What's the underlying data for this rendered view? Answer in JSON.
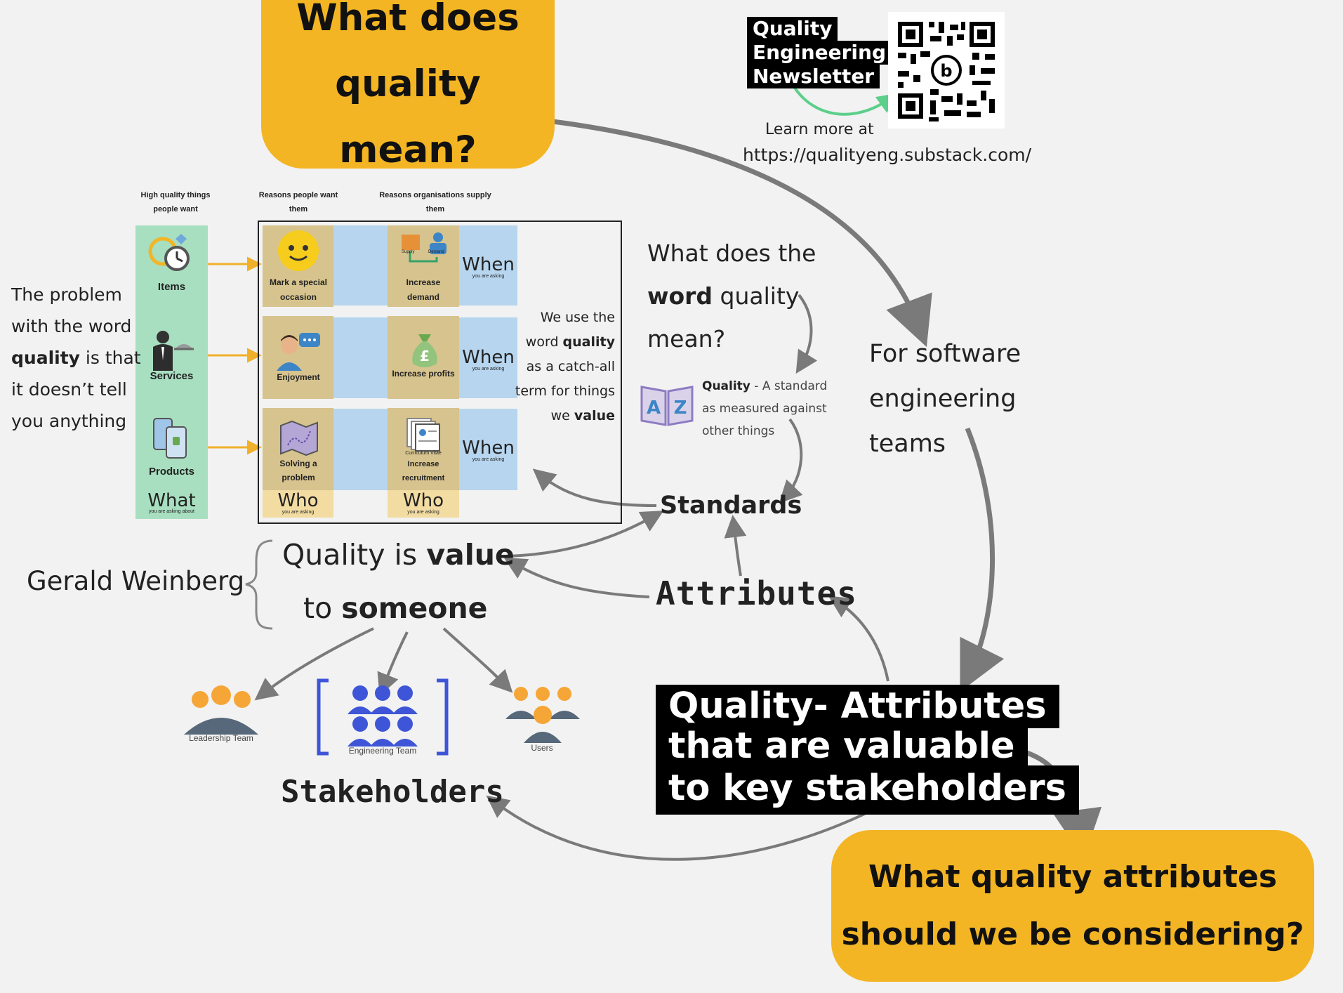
{
  "bubbles": {
    "top": [
      "What does",
      "quality mean?"
    ],
    "bottom": [
      "What quality attributes",
      "should we be considering?"
    ]
  },
  "newsletter": {
    "badge": [
      "Quality",
      "Engineering",
      "Newsletter"
    ],
    "learn_more": "Learn more at",
    "url": "https://qualityeng.substack.com/"
  },
  "table": {
    "headers": [
      "High quality things people want",
      "Reasons people want them",
      "Reasons organisations supply them"
    ],
    "what_items": [
      "Items",
      "Services",
      "Products"
    ],
    "what_label": "What",
    "what_sub": "you are asking about",
    "reasons": [
      "Mark a special occasion",
      "Enjoyment",
      "Solving a problem"
    ],
    "org_reasons": [
      "Increase demand",
      "Increase profits",
      "Increase recruitment"
    ],
    "supply_demand": [
      "Supply",
      "Demand"
    ],
    "cv_label": "Curriculum Vitae",
    "when_label": "When",
    "when_sub": "you are asking",
    "who_label": "Who",
    "who_sub": "you are asking"
  },
  "problem_text": {
    "l1": "The problem",
    "l2": "with the word",
    "l3_bold": "quality",
    "l3_rest": " is that",
    "l4": "it doesn’t tell",
    "l5": "you anything"
  },
  "catchall": {
    "l1": "We use the",
    "l2_pre": "word ",
    "l2_bold": "quality",
    "l3": "as a catch-all",
    "l4": "term for things",
    "l5_pre": "we ",
    "l5_bold": "value"
  },
  "word_question": {
    "l1": "What does the",
    "l2_bold": "word",
    "l2_rest": " quality",
    "l3": "mean?"
  },
  "definition": {
    "bold": "Quality",
    "rest1": " - A standard",
    "l2": "as measured against",
    "l3": "other things",
    "icon_letters": "AZ"
  },
  "software": [
    "For software",
    "engineering",
    "teams"
  ],
  "standards": "Standards",
  "attributes": "Attributes",
  "weinberg": {
    "name": "Gerald Weinberg",
    "l1_pre": "Quality is ",
    "l1_bold": "value",
    "l2_pre": "to ",
    "l2_bold": "someone"
  },
  "quality_attr": [
    "Quality- Attributes",
    "that are valuable",
    "to key stakeholders"
  ],
  "stakeholders": {
    "title": "Stakeholders",
    "groups": [
      "Leadership Team",
      "Engineering Team",
      "Users"
    ]
  },
  "colors": {
    "accent": "#f3b524",
    "green_col": "#a8dfc0",
    "tan": "#d6c38e",
    "blue": "#b7d5ee",
    "arrow_grey": "#7a7a7a",
    "arrow_orange": "#f0b02a",
    "qr_arrow": "#5ccf8a"
  }
}
